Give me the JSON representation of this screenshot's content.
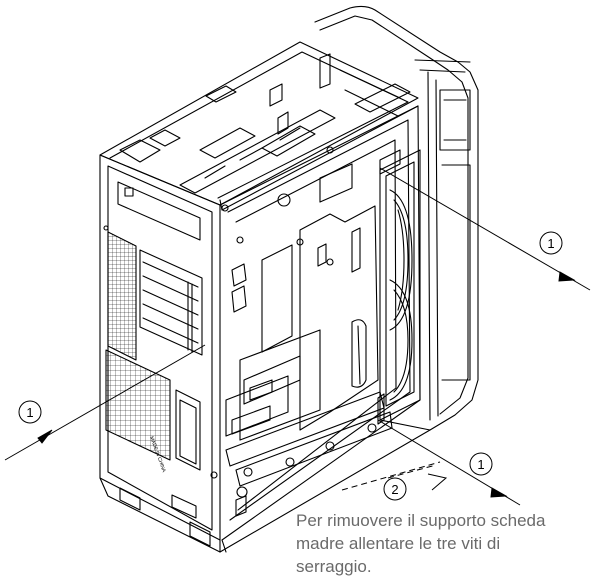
{
  "callouts": [
    {
      "id": "callout-1-right",
      "label": "1"
    },
    {
      "id": "callout-1-left",
      "label": "1"
    },
    {
      "id": "callout-1-bottom",
      "label": "1"
    },
    {
      "id": "callout-2-slide",
      "label": "2"
    }
  ],
  "case_label": "MADE IN CHINA",
  "instruction": {
    "lines": [
      "Per rimuovere il supporto scheda",
      "madre allentare le tre viti di",
      "serraggio."
    ]
  },
  "colors": {
    "line": "#000000",
    "text": "#6a6a6a",
    "background": "#ffffff"
  }
}
